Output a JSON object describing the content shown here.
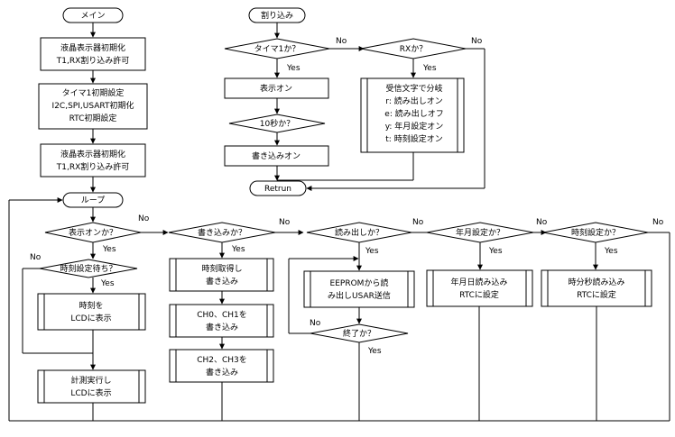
{
  "main": {
    "start": "メイン",
    "init1": [
      "液晶表示器初期化",
      "T1,RX割り込み許可"
    ],
    "init2": [
      "タイマ1初期設定",
      "I2C,SPI,USART初期化",
      "RTC初期設定"
    ],
    "init3": [
      "液晶表示器初期化",
      "T1,RX割り込み許可"
    ],
    "loop": "ループ"
  },
  "interrupt": {
    "start": "割り込み",
    "timer_check": "タイマ1か？",
    "rx_check": "RXか？",
    "display_on": "表示オン",
    "ten_sec_check": "10秒か？",
    "write_on": "書き込みオン",
    "return": "Retrun",
    "branch_box": [
      "受信文字で分岐",
      "r: 読み出しオン",
      "e: 読み出しオフ",
      "y: 年月設定オン",
      "t: 時刻設定オン"
    ]
  },
  "loop_branches": {
    "display_check": "表示オンか？",
    "time_wait_check": "時刻設定待ち？",
    "time_display": [
      "時刻を",
      "LCDに表示"
    ],
    "measure_display": [
      "計測実行し",
      "LCDに表示"
    ],
    "write_check": "書き込みか？",
    "write_step1": [
      "時刻取得し",
      "書き込み"
    ],
    "write_step2": [
      "CH0、CH1を",
      "書き込み"
    ],
    "write_step3": [
      "CH2、CH3を",
      "書き込み"
    ],
    "read_check": "読み出しか？",
    "read_step": [
      "EEPROMから読",
      "み出しUSAR送信"
    ],
    "end_check": "終了か？",
    "ym_check": "年月設定か？",
    "ym_step": [
      "年月日読み込み",
      "RTCに設定"
    ],
    "time_set_check": "時刻設定か？",
    "time_set_step": [
      "時分秒読み込み",
      "RTCに設定"
    ]
  },
  "labels": {
    "yes": "Yes",
    "no": "No"
  }
}
